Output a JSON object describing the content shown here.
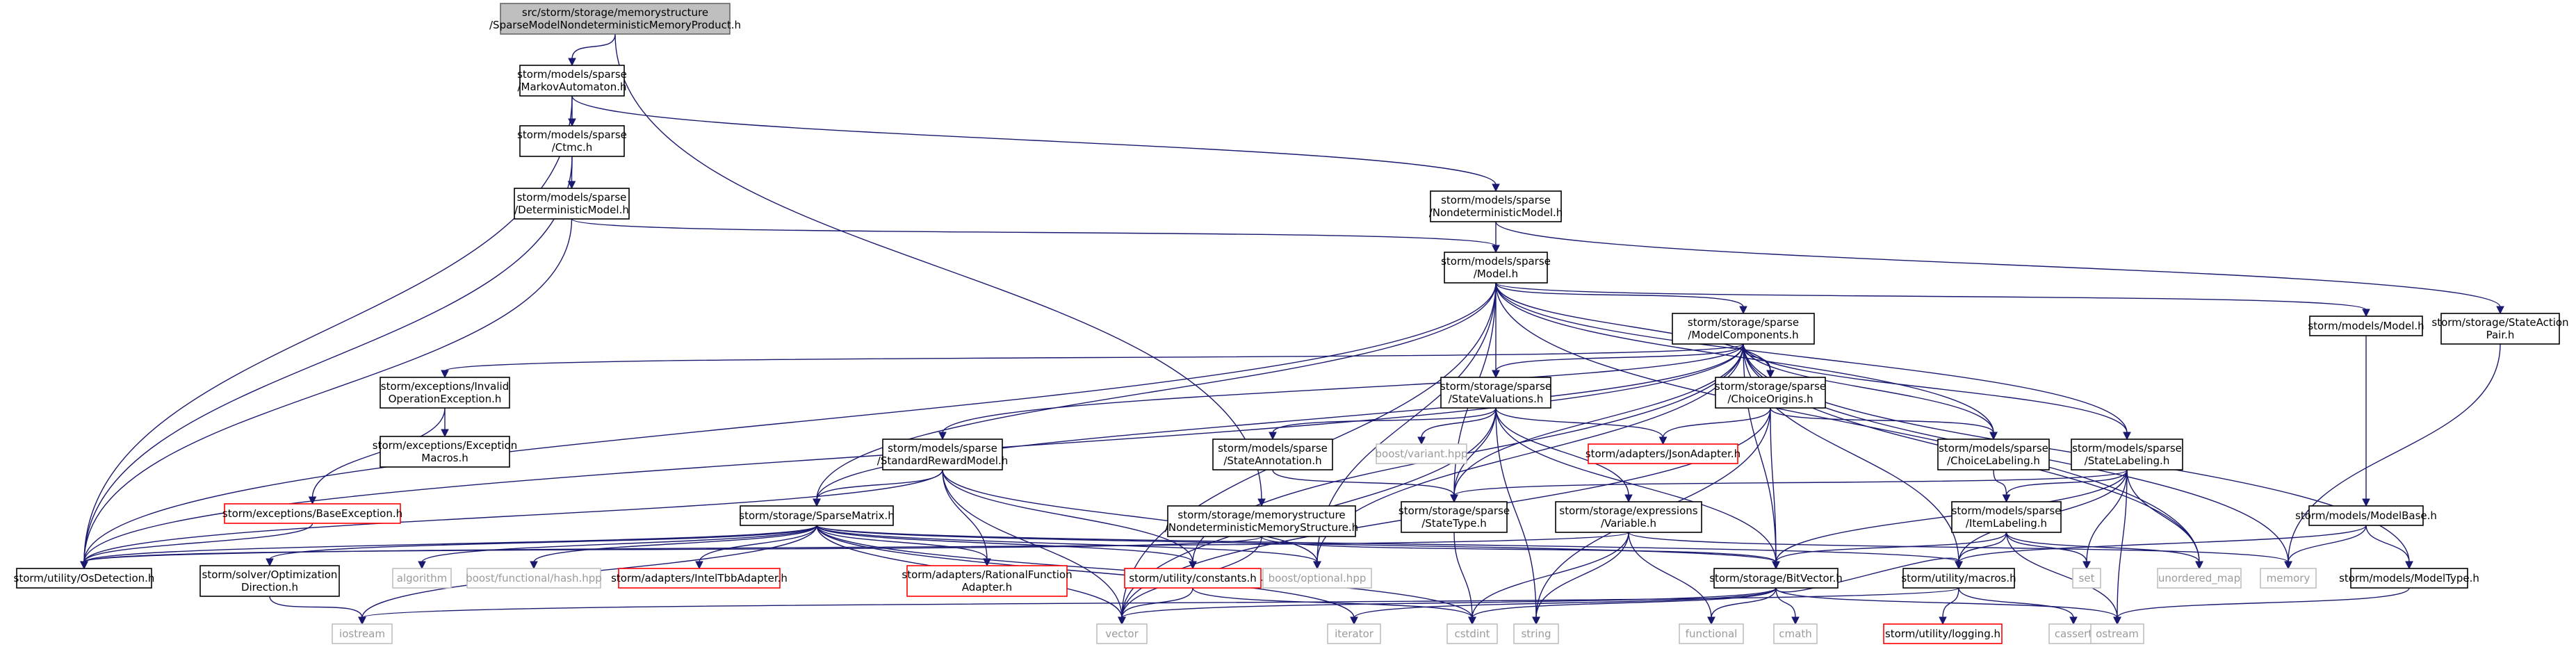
{
  "graph": {
    "colors": {
      "edge": "#191970",
      "normal_border": "#000000",
      "missing_border": "#ff0000",
      "system_border": "#bfbfbf",
      "root_fill": "#bfbfbf",
      "system_text": "#9a9a9a"
    },
    "nodes": [
      {
        "id": "root",
        "kind": "root",
        "lines": [
          "src/storm/storage/memorystructure",
          "/SparseModelNondeterministicMemoryProduct.h"
        ]
      },
      {
        "id": "markov",
        "kind": "normal",
        "lines": [
          "storm/models/sparse",
          "/MarkovAutomaton.h"
        ]
      },
      {
        "id": "ctmc",
        "kind": "normal",
        "lines": [
          "storm/models/sparse",
          "/Ctmc.h"
        ]
      },
      {
        "id": "determ",
        "kind": "normal",
        "lines": [
          "storm/models/sparse",
          "/DeterministicModel.h"
        ]
      },
      {
        "id": "nondet",
        "kind": "normal",
        "lines": [
          "storm/models/sparse",
          "/NondeterministicModel.h"
        ]
      },
      {
        "id": "model",
        "kind": "normal",
        "lines": [
          "storm/models/sparse",
          "/Model.h"
        ]
      },
      {
        "id": "modelcomp",
        "kind": "normal",
        "lines": [
          "storm/storage/sparse",
          "/ModelComponents.h"
        ]
      },
      {
        "id": "modelsmodel",
        "kind": "normal",
        "lines": [
          "storm/models/Model.h"
        ]
      },
      {
        "id": "stateaction",
        "kind": "normal",
        "lines": [
          "storm/storage/StateAction",
          "Pair.h"
        ]
      },
      {
        "id": "invalidop",
        "kind": "normal",
        "lines": [
          "storm/exceptions/Invalid",
          "OperationException.h"
        ]
      },
      {
        "id": "excmacros",
        "kind": "normal",
        "lines": [
          "storm/exceptions/Exception",
          "Macros.h"
        ]
      },
      {
        "id": "baseexc",
        "kind": "missing",
        "lines": [
          "storm/exceptions/BaseException.h"
        ]
      },
      {
        "id": "statevals",
        "kind": "normal",
        "lines": [
          "storm/storage/sparse",
          "/StateValuations.h"
        ]
      },
      {
        "id": "choiceorig",
        "kind": "normal",
        "lines": [
          "storm/storage/sparse",
          "/ChoiceOrigins.h"
        ]
      },
      {
        "id": "stdreward",
        "kind": "normal",
        "lines": [
          "storm/models/sparse",
          "/StandardRewardModel.h"
        ]
      },
      {
        "id": "stateannot",
        "kind": "normal",
        "lines": [
          "storm/models/sparse",
          "/StateAnnotation.h"
        ]
      },
      {
        "id": "boostvariant",
        "kind": "sys",
        "lines": [
          "boost/variant.hpp"
        ]
      },
      {
        "id": "jsonadapter",
        "kind": "missing",
        "lines": [
          "storm/adapters/JsonAdapter.h"
        ]
      },
      {
        "id": "choicelab",
        "kind": "normal",
        "lines": [
          "storm/models/sparse",
          "/ChoiceLabeling.h"
        ]
      },
      {
        "id": "statelab",
        "kind": "normal",
        "lines": [
          "storm/models/sparse",
          "/StateLabeling.h"
        ]
      },
      {
        "id": "modelbase",
        "kind": "normal",
        "lines": [
          "storm/models/ModelBase.h"
        ]
      },
      {
        "id": "itemlab",
        "kind": "normal",
        "lines": [
          "storm/models/sparse",
          "/ItemLabeling.h"
        ]
      },
      {
        "id": "sparsematrix",
        "kind": "normal",
        "lines": [
          "storm/storage/SparseMatrix.h"
        ]
      },
      {
        "id": "memstruct",
        "kind": "normal",
        "lines": [
          "storm/storage/memorystructure",
          "/NondeterministicMemoryStructure.h"
        ]
      },
      {
        "id": "statetype",
        "kind": "normal",
        "lines": [
          "storm/storage/sparse",
          "/StateType.h"
        ]
      },
      {
        "id": "exprvar",
        "kind": "normal",
        "lines": [
          "storm/storage/expressions",
          "/Variable.h"
        ]
      },
      {
        "id": "osdetect",
        "kind": "normal",
        "lines": [
          "storm/utility/OsDetection.h"
        ]
      },
      {
        "id": "optdir",
        "kind": "normal",
        "lines": [
          "storm/solver/Optimization",
          "Direction.h"
        ]
      },
      {
        "id": "algorithm",
        "kind": "sys",
        "lines": [
          "algorithm"
        ]
      },
      {
        "id": "boosthash",
        "kind": "sys",
        "lines": [
          "boost/functional/hash.hpp"
        ]
      },
      {
        "id": "inteltbb",
        "kind": "missing",
        "lines": [
          "storm/adapters/IntelTbbAdapter.h"
        ]
      },
      {
        "id": "ratfunc",
        "kind": "missing",
        "lines": [
          "storm/adapters/RationalFunction",
          "Adapter.h"
        ]
      },
      {
        "id": "constants",
        "kind": "missing",
        "lines": [
          "storm/utility/constants.h"
        ]
      },
      {
        "id": "boostopt",
        "kind": "sys",
        "lines": [
          "boost/optional.hpp"
        ]
      },
      {
        "id": "bitvector",
        "kind": "normal",
        "lines": [
          "storm/storage/BitVector.h"
        ]
      },
      {
        "id": "macros",
        "kind": "normal",
        "lines": [
          "storm/utility/macros.h"
        ]
      },
      {
        "id": "set",
        "kind": "sys",
        "lines": [
          "set"
        ]
      },
      {
        "id": "umap",
        "kind": "sys",
        "lines": [
          "unordered_map"
        ]
      },
      {
        "id": "memory",
        "kind": "sys",
        "lines": [
          "memory"
        ]
      },
      {
        "id": "modeltype",
        "kind": "normal",
        "lines": [
          "storm/models/ModelType.h"
        ]
      },
      {
        "id": "iostream",
        "kind": "sys",
        "lines": [
          "iostream"
        ]
      },
      {
        "id": "vector",
        "kind": "sys",
        "lines": [
          "vector"
        ]
      },
      {
        "id": "iterator",
        "kind": "sys",
        "lines": [
          "iterator"
        ]
      },
      {
        "id": "cstdint",
        "kind": "sys",
        "lines": [
          "cstdint"
        ]
      },
      {
        "id": "string",
        "kind": "sys",
        "lines": [
          "string"
        ]
      },
      {
        "id": "functional",
        "kind": "sys",
        "lines": [
          "functional"
        ]
      },
      {
        "id": "cmath",
        "kind": "sys",
        "lines": [
          "cmath"
        ]
      },
      {
        "id": "logging",
        "kind": "missing",
        "lines": [
          "storm/utility/logging.h"
        ]
      },
      {
        "id": "cassert",
        "kind": "sys",
        "lines": [
          "cassert"
        ]
      },
      {
        "id": "ostream",
        "kind": "sys",
        "lines": [
          "ostream"
        ]
      }
    ],
    "edges": [
      [
        "root",
        "markov"
      ],
      [
        "root",
        "memstruct"
      ],
      [
        "markov",
        "ctmc"
      ],
      [
        "markov",
        "nondet"
      ],
      [
        "markov",
        "osdetect"
      ],
      [
        "ctmc",
        "determ"
      ],
      [
        "ctmc",
        "osdetect"
      ],
      [
        "determ",
        "model"
      ],
      [
        "determ",
        "osdetect"
      ],
      [
        "nondet",
        "model"
      ],
      [
        "nondet",
        "stateaction"
      ],
      [
        "model",
        "modelcomp"
      ],
      [
        "model",
        "modelsmodel"
      ],
      [
        "model",
        "statevals"
      ],
      [
        "model",
        "choiceorig"
      ],
      [
        "model",
        "choicelab"
      ],
      [
        "model",
        "statelab"
      ],
      [
        "model",
        "sparsematrix"
      ],
      [
        "model",
        "statetype"
      ],
      [
        "model",
        "osdetect"
      ],
      [
        "model",
        "boostopt"
      ],
      [
        "model",
        "umap"
      ],
      [
        "model",
        "vector"
      ],
      [
        "modelcomp",
        "invalidop"
      ],
      [
        "modelcomp",
        "statevals"
      ],
      [
        "modelcomp",
        "choiceorig"
      ],
      [
        "modelcomp",
        "stdreward"
      ],
      [
        "modelcomp",
        "choicelab"
      ],
      [
        "modelcomp",
        "statelab"
      ],
      [
        "modelcomp",
        "sparsematrix"
      ],
      [
        "modelcomp",
        "statetype"
      ],
      [
        "modelcomp",
        "bitvector"
      ],
      [
        "modelcomp",
        "macros"
      ],
      [
        "modelcomp",
        "memory"
      ],
      [
        "modelcomp",
        "modeltype"
      ],
      [
        "modelcomp",
        "umap"
      ],
      [
        "modelcomp",
        "osdetect"
      ],
      [
        "modelcomp",
        "boostopt"
      ],
      [
        "modelcomp",
        "constants"
      ],
      [
        "modelsmodel",
        "modelbase"
      ],
      [
        "stateaction",
        "memory"
      ],
      [
        "invalidop",
        "excmacros"
      ],
      [
        "invalidop",
        "baseexc"
      ],
      [
        "baseexc",
        "osdetect"
      ],
      [
        "statevals",
        "stateannot"
      ],
      [
        "statevals",
        "boostvariant"
      ],
      [
        "statevals",
        "jsonadapter"
      ],
      [
        "statevals",
        "statetype"
      ],
      [
        "statevals",
        "exprvar"
      ],
      [
        "statevals",
        "bitvector"
      ],
      [
        "statevals",
        "string"
      ],
      [
        "statevals",
        "vector"
      ],
      [
        "choiceorig",
        "jsonadapter"
      ],
      [
        "choiceorig",
        "choicelab"
      ],
      [
        "choiceorig",
        "bitvector"
      ],
      [
        "choiceorig",
        "string"
      ],
      [
        "choiceorig",
        "vector"
      ],
      [
        "stdreward",
        "sparsematrix"
      ],
      [
        "stdreward",
        "osdetect"
      ],
      [
        "stdreward",
        "ratfunc"
      ],
      [
        "stdreward",
        "constants"
      ],
      [
        "stdreward",
        "boostopt"
      ],
      [
        "stdreward",
        "vector"
      ],
      [
        "stateannot",
        "statetype"
      ],
      [
        "choicelab",
        "itemlab"
      ],
      [
        "statelab",
        "itemlab"
      ],
      [
        "statelab",
        "statetype"
      ],
      [
        "statelab",
        "bitvector"
      ],
      [
        "statelab",
        "macros"
      ],
      [
        "statelab",
        "set"
      ],
      [
        "statelab",
        "umap"
      ],
      [
        "statelab",
        "ostream"
      ],
      [
        "modelbase",
        "memory"
      ],
      [
        "modelbase",
        "modeltype"
      ],
      [
        "modelbase",
        "macros"
      ],
      [
        "itemlab",
        "bitvector"
      ],
      [
        "itemlab",
        "macros"
      ],
      [
        "itemlab",
        "set"
      ],
      [
        "itemlab",
        "umap"
      ],
      [
        "itemlab",
        "ostream"
      ],
      [
        "sparsematrix",
        "osdetect"
      ],
      [
        "sparsematrix",
        "optdir"
      ],
      [
        "sparsematrix",
        "algorithm"
      ],
      [
        "sparsematrix",
        "boosthash"
      ],
      [
        "sparsematrix",
        "inteltbb"
      ],
      [
        "sparsematrix",
        "ratfunc"
      ],
      [
        "sparsematrix",
        "constants"
      ],
      [
        "sparsematrix",
        "boostopt"
      ],
      [
        "sparsematrix",
        "bitvector"
      ],
      [
        "sparsematrix",
        "macros"
      ],
      [
        "sparsematrix",
        "iostream"
      ],
      [
        "sparsematrix",
        "vector"
      ],
      [
        "sparsematrix",
        "iterator"
      ],
      [
        "sparsematrix",
        "cstdint"
      ],
      [
        "memstruct",
        "bitvector"
      ],
      [
        "memstruct",
        "osdetect"
      ],
      [
        "memstruct",
        "vector"
      ],
      [
        "statetype",
        "cstdint"
      ],
      [
        "exprvar",
        "cstdint"
      ],
      [
        "exprvar",
        "string"
      ],
      [
        "exprvar",
        "functional"
      ],
      [
        "exprvar",
        "memory"
      ],
      [
        "exprvar",
        "osdetect"
      ],
      [
        "optdir",
        "iostream"
      ],
      [
        "constants",
        "vector"
      ],
      [
        "constants",
        "cstdint"
      ],
      [
        "bitvector",
        "cstdint"
      ],
      [
        "bitvector",
        "ostream"
      ],
      [
        "bitvector",
        "vector"
      ],
      [
        "bitvector",
        "iterator"
      ],
      [
        "bitvector",
        "functional"
      ],
      [
        "bitvector",
        "cmath"
      ],
      [
        "bitvector",
        "macros"
      ],
      [
        "macros",
        "logging"
      ],
      [
        "macros",
        "cassert"
      ],
      [
        "macros",
        "iostream"
      ],
      [
        "modeltype",
        "ostream"
      ]
    ]
  }
}
